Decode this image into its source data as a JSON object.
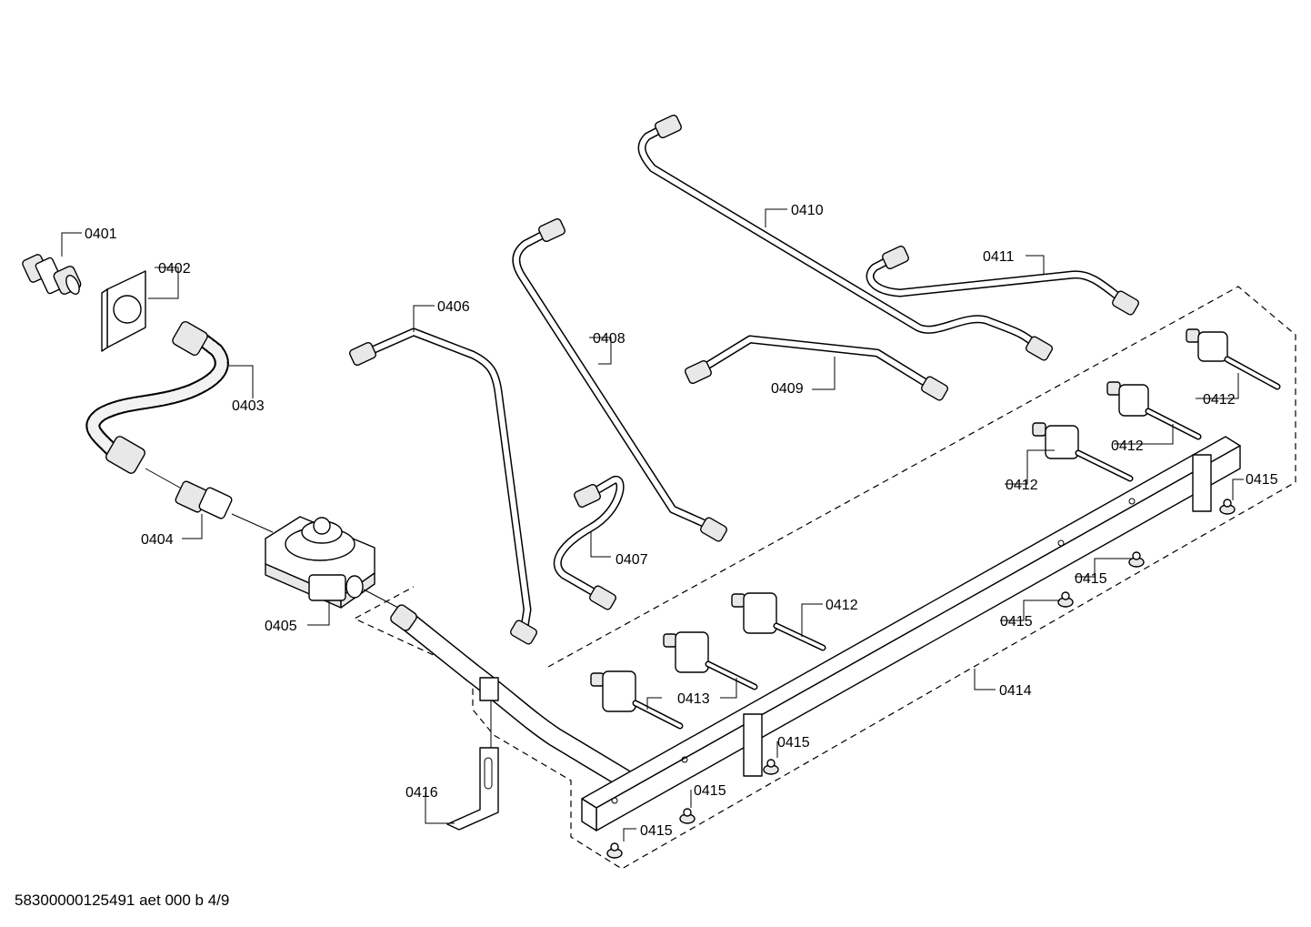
{
  "labels": {
    "p0401": "0401",
    "p0402": "0402",
    "p0403": "0403",
    "p0404": "0404",
    "p0405": "0405",
    "p0406": "0406",
    "p0407": "0407",
    "p0408": "0408",
    "p0409": "0409",
    "p0410": "0410",
    "p0411": "0411",
    "p0412a": "0412",
    "p0412b": "0412",
    "p0412c": "0412",
    "p0412d": "0412",
    "p0413": "0413",
    "p0414": "0414",
    "p0415a": "0415",
    "p0415b": "0415",
    "p0415c": "0415",
    "p0415d": "0415",
    "p0415e": "0415",
    "p0415f": "0415",
    "p0416": "0416"
  },
  "footer": {
    "document_code": "58300000125491 aet 000 b 4/9"
  }
}
